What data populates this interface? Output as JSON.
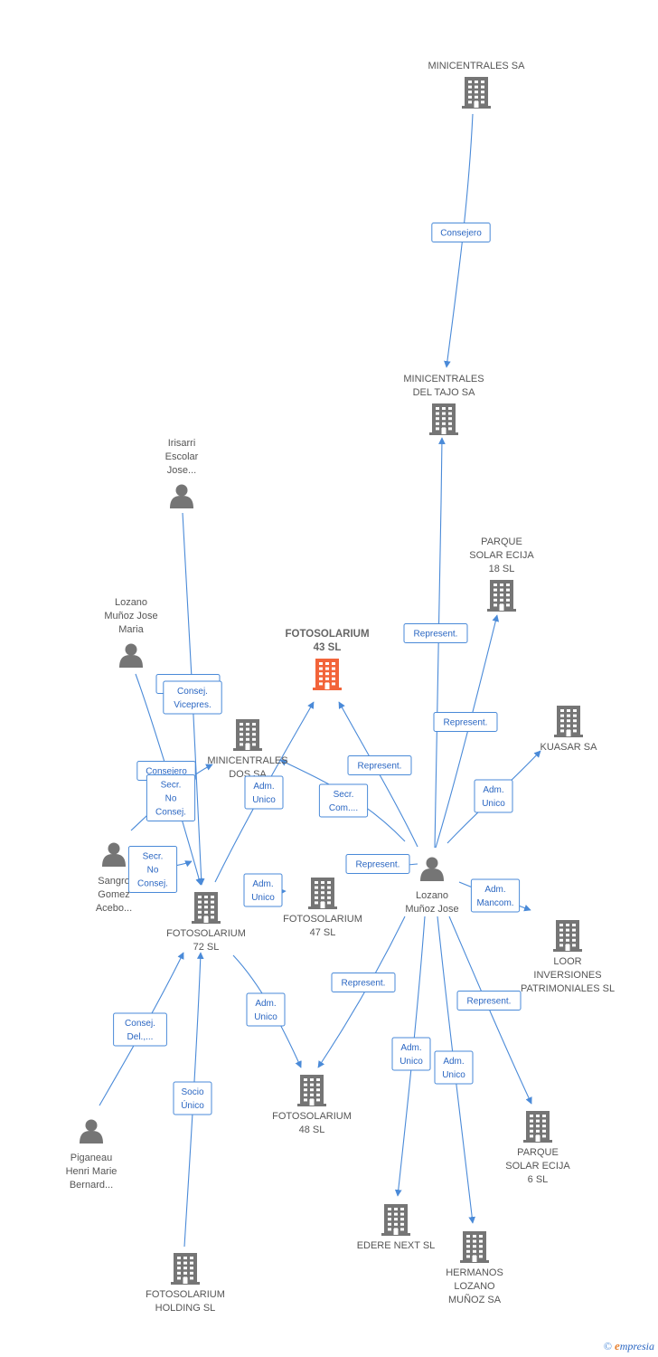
{
  "colors": {
    "edge": "#4a8ad8",
    "company": "#757575",
    "company_main": "#f2643a",
    "person": "#757575"
  },
  "nodes": [
    {
      "id": "fotosolarium-43",
      "type": "company",
      "main": true,
      "lines": [
        "FOTOSOLARIUM",
        "43 SL"
      ]
    },
    {
      "id": "minicentrales-sa",
      "type": "company",
      "lines": [
        "MINICENTRALES SA"
      ]
    },
    {
      "id": "minicentrales-tajo",
      "type": "company",
      "lines": [
        "MINICENTRALES",
        "DEL TAJO SA"
      ]
    },
    {
      "id": "parque-18",
      "type": "company",
      "lines": [
        "PARQUE",
        "SOLAR ECIJA",
        "18 SL"
      ]
    },
    {
      "id": "kuasar",
      "type": "company",
      "lines": [
        "KUASAR SA"
      ]
    },
    {
      "id": "minicentrales-dos",
      "type": "company",
      "lines": [
        "MINICENTRALES",
        "DOS SA"
      ]
    },
    {
      "id": "fotosolarium-72",
      "type": "company",
      "lines": [
        "FOTOSOLARIUM",
        "72 SL"
      ]
    },
    {
      "id": "fotosolarium-47",
      "type": "company",
      "lines": [
        "FOTOSOLARIUM",
        "47 SL"
      ]
    },
    {
      "id": "loor",
      "type": "company",
      "lines": [
        "LOOR",
        "INVERSIONES",
        "PATRIMONIALES SL"
      ]
    },
    {
      "id": "fotosolarium-48",
      "type": "company",
      "lines": [
        "FOTOSOLARIUM",
        "48 SL"
      ]
    },
    {
      "id": "parque-6",
      "type": "company",
      "lines": [
        "PARQUE",
        "SOLAR ECIJA",
        "6 SL"
      ]
    },
    {
      "id": "edere",
      "type": "company",
      "lines": [
        "EDERE NEXT SL"
      ]
    },
    {
      "id": "hermanos",
      "type": "company",
      "lines": [
        "HERMANOS",
        "LOZANO",
        "MUÑOZ SA"
      ]
    },
    {
      "id": "fotosolarium-holding",
      "type": "company",
      "lines": [
        "FOTOSOLARIUM",
        "HOLDING SL"
      ]
    },
    {
      "id": "irisarri",
      "type": "person",
      "lines": [
        "Irisarri",
        "Escolar",
        "Jose..."
      ]
    },
    {
      "id": "lozano-maria",
      "type": "person",
      "lines": [
        "Lozano",
        "Muñoz Jose",
        "Maria"
      ]
    },
    {
      "id": "sangro",
      "type": "person",
      "lines": [
        "Sangro",
        "Gomez",
        "Acebo..."
      ]
    },
    {
      "id": "lozano-jose",
      "type": "person",
      "lines": [
        "Lozano",
        "Muñoz Jose"
      ]
    },
    {
      "id": "piganeau",
      "type": "person",
      "lines": [
        "Piganeau",
        "Henri Marie",
        "Bernard..."
      ]
    }
  ],
  "edges": [
    {
      "id": "e1",
      "label": [
        "Consejero"
      ]
    },
    {
      "id": "e2",
      "label": [
        "Represent."
      ]
    },
    {
      "id": "e3",
      "label": [
        "Represent."
      ]
    },
    {
      "id": "e4",
      "label": [
        "Adm.",
        "Unico"
      ]
    },
    {
      "id": "e5",
      "label": [
        "Represent."
      ]
    },
    {
      "id": "e6",
      "label": [
        "Secr.",
        "Com...."
      ]
    },
    {
      "id": "e7",
      "label": [
        "Represent."
      ]
    },
    {
      "id": "e8",
      "label": [
        "Adm.",
        "Mancom."
      ]
    },
    {
      "id": "e9",
      "label": [
        "Represent."
      ]
    },
    {
      "id": "e10",
      "label": [
        "Represent."
      ]
    },
    {
      "id": "e11",
      "label": [
        "Adm.",
        "Unico"
      ]
    },
    {
      "id": "e12",
      "label": [
        "Adm.",
        "Unico"
      ]
    },
    {
      "id": "e13",
      "label": [
        "Represent."
      ]
    },
    {
      "id": "e14",
      "label": [
        "Consej.",
        "Vicepres."
      ]
    },
    {
      "id": "e15",
      "label": [
        "Consejero"
      ]
    },
    {
      "id": "e16",
      "label": [
        "Secr.",
        "No",
        "Consej."
      ]
    },
    {
      "id": "e17",
      "label": [
        "Secr.",
        "No",
        "Consej."
      ]
    },
    {
      "id": "e18",
      "label": [
        "Adm.",
        "Unico"
      ]
    },
    {
      "id": "e19",
      "label": [
        "Adm.",
        "Unico"
      ]
    },
    {
      "id": "e20",
      "label": [
        "Adm.",
        "Unico"
      ]
    },
    {
      "id": "e21",
      "label": [
        "Consej.",
        "Del.,..."
      ]
    },
    {
      "id": "e22",
      "label": [
        "Socio",
        "Único"
      ]
    }
  ],
  "footer": {
    "copyright_symbol": "©",
    "brand_initial": "e",
    "brand_rest": "mpresia"
  }
}
